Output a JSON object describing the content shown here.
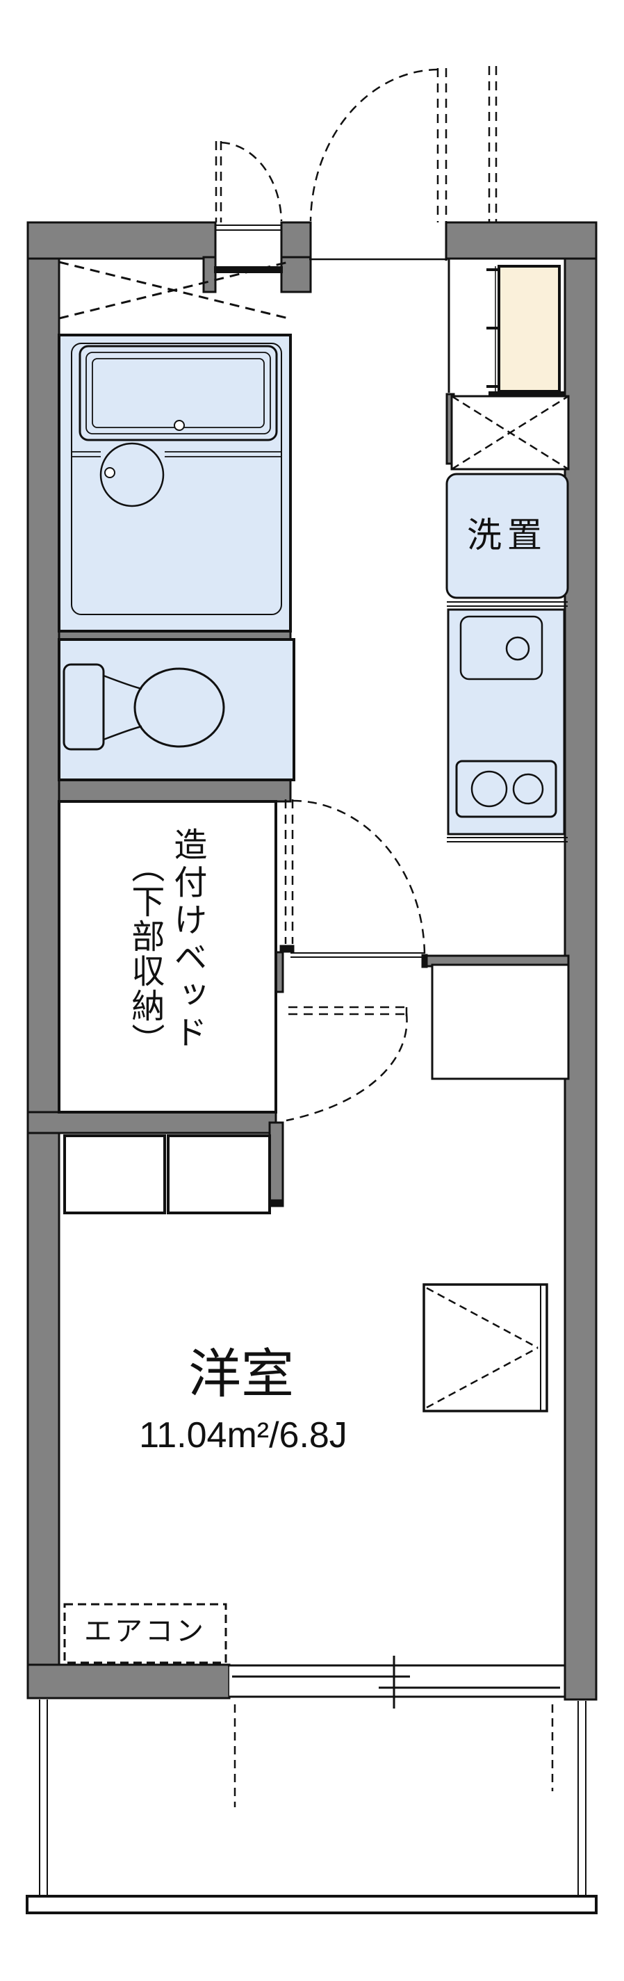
{
  "floor_plan": {
    "labels": {
      "washer_space": "洗置",
      "bed_storage_line1": "造付けベッド",
      "bed_storage_line2": "（下部収納）",
      "room_name": "洋室",
      "room_area": "11.04m²/6.8J",
      "aircon": "エアコン"
    },
    "colors": {
      "wall_gray": "#828282",
      "wet_area_blue": "#dce8f7",
      "entry_mat_cream": "#faf0da",
      "line_black": "#111111",
      "background": "#ffffff"
    }
  }
}
